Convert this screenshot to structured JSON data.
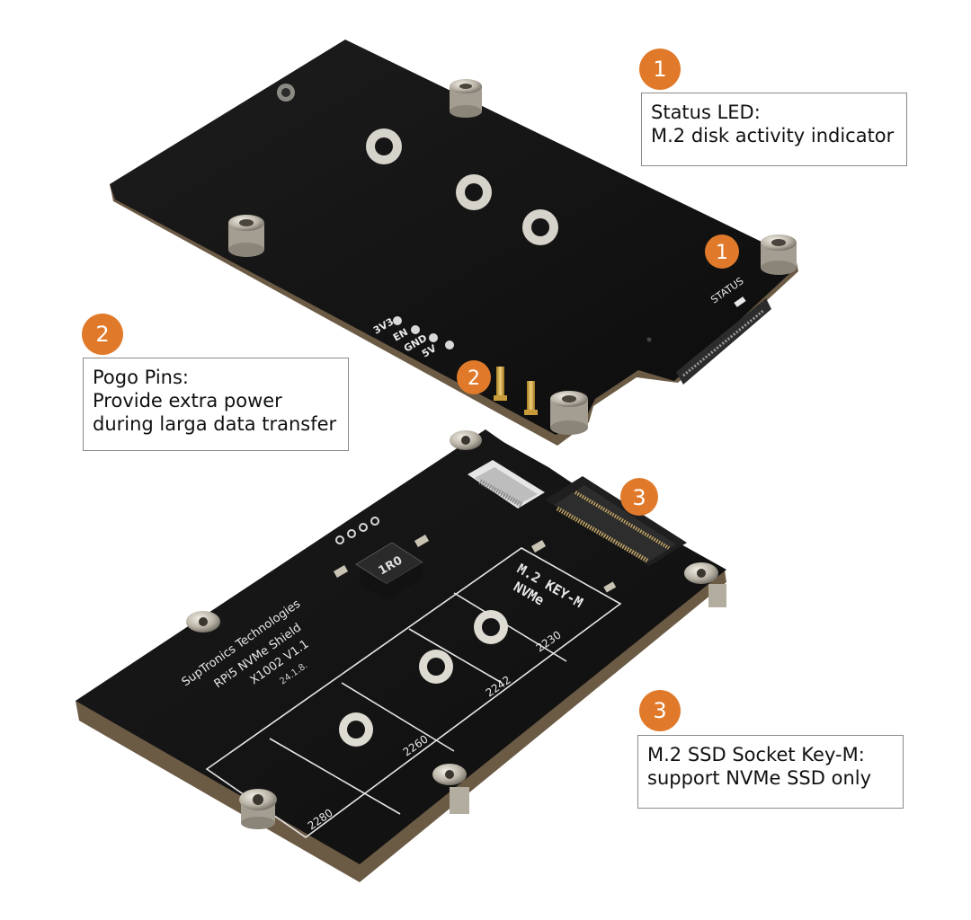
{
  "colors": {
    "badge": "#e07a2a",
    "pcb": "#141414",
    "pcb_edge": "#6b5a44",
    "silkscreen": "#e8e8e8",
    "standoff": "#b9b3a6"
  },
  "callouts": [
    {
      "number": "1",
      "title": "Status LED:",
      "lines": [
        "M.2 disk activity indicator"
      ]
    },
    {
      "number": "2",
      "title": "Pogo Pins:",
      "lines": [
        "Provide extra power",
        "during larga data transfer"
      ]
    },
    {
      "number": "3",
      "title": "M.2 SSD Socket Key-M:",
      "lines": [
        "support NVMe SSD only"
      ]
    }
  ],
  "board_top": {
    "status_label": "STATUS",
    "pin_labels": [
      "3V3",
      "EN",
      "GND",
      "5V"
    ],
    "marker_1": "1",
    "marker_2": "2"
  },
  "board_bottom": {
    "brand_lines": [
      "SupTronics Technologies",
      "RPi5 NVMe Shield",
      "X1002 V1.1",
      "24.1.8."
    ],
    "slot_label_lines": [
      "M.2 KEY-M",
      "NVMe"
    ],
    "inductor_label": "1R0",
    "sizes": [
      "2230",
      "2242",
      "2260",
      "2280"
    ],
    "marker_3": "3"
  }
}
